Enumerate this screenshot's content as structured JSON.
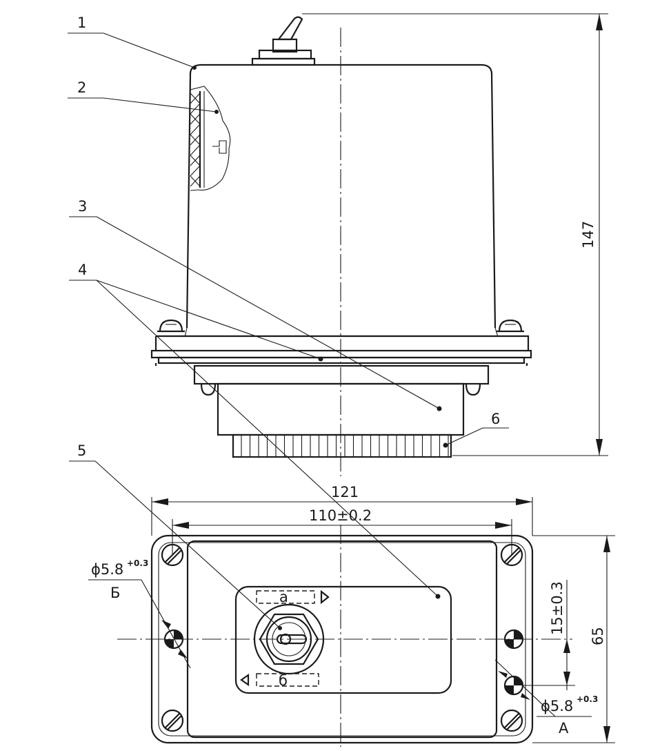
{
  "callouts": {
    "c1": "1",
    "c2": "2",
    "c3": "3",
    "c4": "4",
    "c5": "5",
    "c6": "6"
  },
  "dimensions": {
    "height_total": "147",
    "width_overall": "121",
    "hole_spacing": "110±0.2",
    "depth": "65",
    "offset": "15±0.3",
    "hole_b": {
      "diameter": "ϕ5.8",
      "tolerance": "+0.3",
      "label": "Б"
    },
    "hole_a": {
      "diameter": "ϕ5.8",
      "tolerance": "+0.3",
      "label": "А"
    }
  },
  "switch_positions": {
    "top": "а",
    "bottom": "б"
  }
}
